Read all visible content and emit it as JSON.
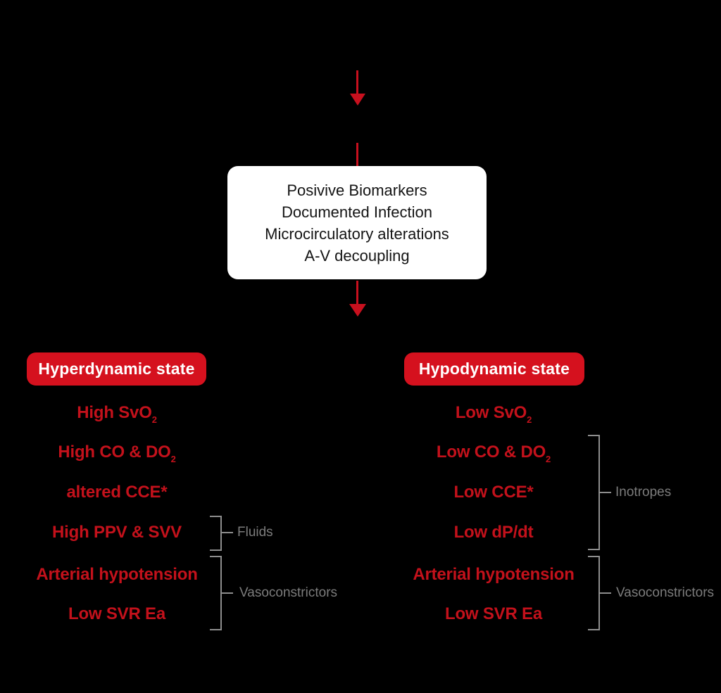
{
  "colors": {
    "page_bg": "#000000",
    "red_fill": "#D5111E",
    "red_text": "#C3111B",
    "arrow_red": "#C8101E",
    "box_bg": "#FFFFFF",
    "box_text": "#141414",
    "bracket_line": "#8E8E8E",
    "bracket_label": "#7C7C7C",
    "button_text": "#FFFFFF"
  },
  "flow": {
    "info_box": {
      "lines": [
        "Posivive Biomarkers",
        "Documented Infection",
        "Microcirculatory alterations",
        "A-V decoupling"
      ]
    }
  },
  "columns": {
    "left": {
      "header": "Hyperdynamic state",
      "items": [
        {
          "text": "High SvO",
          "sub": "2"
        },
        {
          "text": "High CO & DO",
          "sub": "2"
        },
        {
          "text": "altered CCE*",
          "sub": ""
        },
        {
          "text": "High PPV & SVV",
          "sub": ""
        },
        {
          "text": "Arterial hypotension",
          "sub": ""
        },
        {
          "text": "Low SVR Ea",
          "sub": ""
        }
      ],
      "brackets": [
        {
          "label": "Fluids"
        },
        {
          "label": "Vasoconstrictors"
        }
      ]
    },
    "right": {
      "header": "Hypodynamic state",
      "items": [
        {
          "text": "Low SvO",
          "sub": "2"
        },
        {
          "text": "Low CO & DO",
          "sub": "2"
        },
        {
          "text": "Low CCE*",
          "sub": ""
        },
        {
          "text": "Low dP/dt",
          "sub": ""
        },
        {
          "text": "Arterial hypotension",
          "sub": ""
        },
        {
          "text": "Low SVR Ea",
          "sub": ""
        }
      ],
      "brackets": [
        {
          "label": "Inotropes"
        },
        {
          "label": "Vasoconstrictors"
        }
      ]
    }
  }
}
